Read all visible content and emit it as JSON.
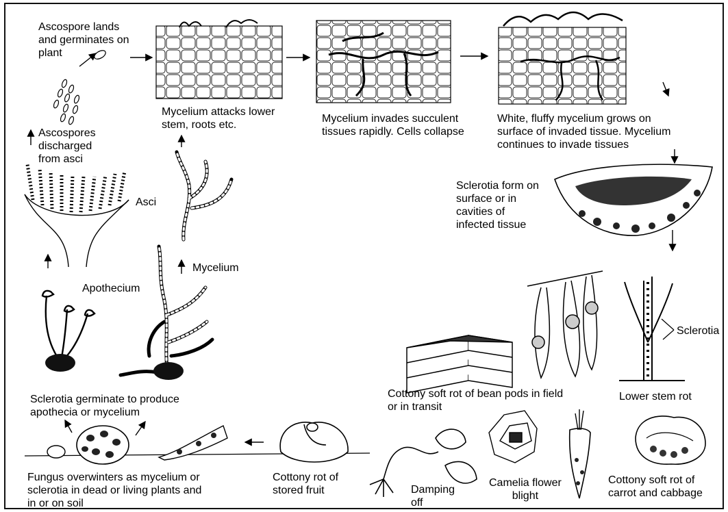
{
  "labels": {
    "ascospore_lands": "Ascospore lands\nand germinates on\nplant",
    "mycelium_attacks": "Mycelium attacks lower\nstem, roots etc.",
    "mycelium_invades": "Mycelium invades succulent\ntissues rapidly. Cells collapse",
    "white_fluffy": "White, fluffy mycelium grows on\nsurface of invaded tissue. Mycelium\ncontinues to invade tissues",
    "ascospores_discharged": "Ascospores\ndischarged\nfrom asci",
    "asci": "Asci",
    "sclerotia_form": "Sclerotia form on\nsurface or in\ncavities of\ninfected tissue",
    "mycelium": "Mycelium",
    "apothecium": "Apothecium",
    "sclerotia_side": "Sclerotia",
    "cottony_bean": "Cottony soft rot of bean pods in field\nor in transit",
    "lower_stem_rot": "Lower stem rot",
    "sclerotia_germinate": "Sclerotia germinate to produce\napothecia or mycelium",
    "fungus_overwinters": "Fungus overwinters as mycelium or\nsclerotia in dead or living plants and\nin or on soil",
    "cottony_stored": "Cottony rot of\nstored fruit",
    "damping_off": "Damping\noff",
    "camelia": "Camelia flower\nblight",
    "carrot_cabbage": "Cottony soft rot of\ncarrot and cabbage"
  }
}
